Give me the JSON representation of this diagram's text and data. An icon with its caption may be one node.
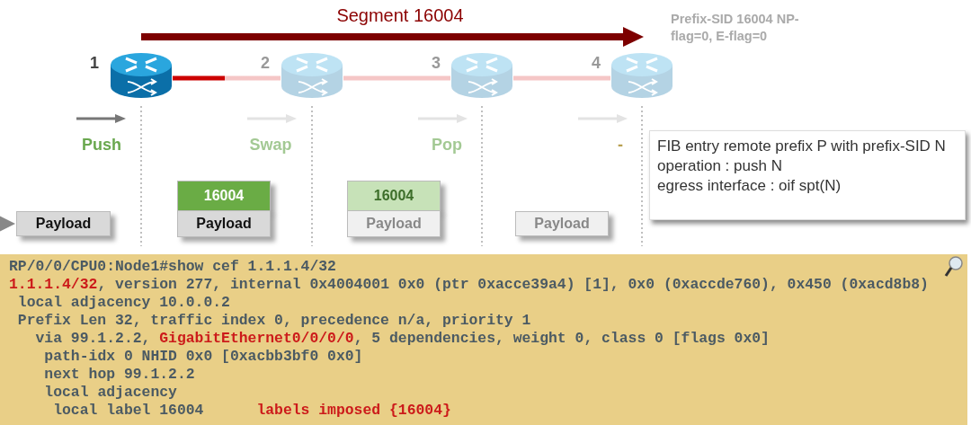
{
  "diagram": {
    "nodes": [
      {
        "text": [],
        "shape": "cylinder",
        "beside": [
          "1"
        ]
      },
      {
        "text": [],
        "shape": "cylinder",
        "beside": [
          "2"
        ]
      },
      {
        "text": [],
        "shape": "cylinder",
        "beside": [
          "3"
        ]
      },
      {
        "text": [],
        "shape": "cylinder",
        "beside": [
          "4"
        ]
      },
      {
        "text": [
          "FIB entry remote prefix P with prefix-SID N",
          "operation : push N",
          "egress interface : oif spt(N)"
        ]
      },
      {
        "text": [
          "Payload"
        ]
      },
      {
        "text": [
          "16004"
        ]
      },
      {
        "text": [
          "Payload"
        ]
      },
      {
        "text": [
          "16004"
        ]
      },
      {
        "text": [
          "Payload"
        ]
      },
      {
        "text": [
          "Payload"
        ]
      },
      {
        "text": [
          "RP/0/0/CPU0:Node1#show cef 1.1.1.4/32",
          "**1.1.1.4/32**, version 277, internal 0x4004001 0x0 (ptr 0xacce39a4) [1], 0x0 (0xaccde760), 0x450 (0xacd8b8)",
          "local adjacency 10.0.0.2",
          "Prefix Len 32, traffic index 0, precedence n/a, priority 1",
          "via 99.1.2.2, **GigabitEthernet0/0/0/0**, 5 dependencies, weight 0, class 0 [flags 0x0]",
          "path-idx 0 NHID 0x0 [0xacbb3bf0 0x0]",
          "next hop 99.1.2.2",
          "local adjacency",
          "local label 16004      **labels imposed {16004}**"
        ]
      }
    ],
    "edges": [
      {
        "from": 0,
        "to": 1,
        "arrow": "none",
        "color": "#cc0000"
      },
      {
        "from": 1,
        "to": 2,
        "arrow": "none"
      },
      {
        "from": 2,
        "to": 3,
        "arrow": "none"
      },
      {
        "from": null,
        "to": 5,
        "arrow": "to",
        "color": "#888888"
      }
    ],
    "labels": [
      "Segment 16004",
      "Prefix-SID 16004 NP-flag=0, E-flag=0",
      "Push",
      "Swap",
      "Pop",
      "-"
    ]
  }
}
